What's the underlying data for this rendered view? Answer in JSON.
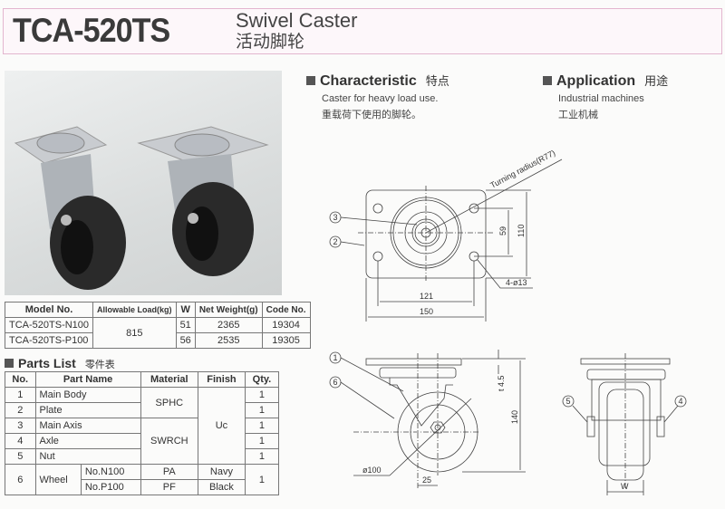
{
  "header": {
    "model": "TCA-520TS",
    "subtitle_en": "Swivel Caster",
    "subtitle_cn": "活动脚轮"
  },
  "characteristic": {
    "title": "Characteristic",
    "title_cn": "特点",
    "line_en": "Caster for heavy load use.",
    "line_cn": "重载荷下使用的脚轮。"
  },
  "application": {
    "title": "Application",
    "title_cn": "用途",
    "line_en": "Industrial machines",
    "line_cn": "工业机械"
  },
  "spec_table": {
    "headers": [
      "Model No.",
      "Allowable Load(kg)",
      "W",
      "Net Weight(g)",
      "Code No."
    ],
    "rows": [
      {
        "model": "TCA-520TS-N100",
        "w": "51",
        "weight": "2365",
        "code": "19304"
      },
      {
        "model": "TCA-520TS-P100",
        "w": "56",
        "weight": "2535",
        "code": "19305"
      }
    ],
    "load": "815"
  },
  "parts": {
    "title": "Parts List",
    "title_cn": "零件表",
    "headers": [
      "No.",
      "Part Name",
      "Material",
      "Finish",
      "Qty."
    ],
    "rows": [
      {
        "no": "1",
        "name": "Main Body",
        "qty": "1"
      },
      {
        "no": "2",
        "name": "Plate",
        "qty": "1"
      },
      {
        "no": "3",
        "name": "Main Axis",
        "qty": "1"
      },
      {
        "no": "4",
        "name": "Axle",
        "qty": "1"
      },
      {
        "no": "5",
        "name": "Nut",
        "qty": "1"
      }
    ],
    "material_a": "SPHC",
    "material_b": "SWRCH",
    "finish": "Uc",
    "wheel": {
      "no": "6",
      "name": "Wheel",
      "qty": "1",
      "variants": [
        {
          "name": "No.N100",
          "material": "PA",
          "finish": "Navy"
        },
        {
          "name": "No.P100",
          "material": "PF",
          "finish": "Black"
        }
      ]
    }
  },
  "drawing": {
    "turning": "Turning radius(R77)",
    "d59": "59",
    "d110": "110",
    "d121": "121",
    "d150": "150",
    "holes": "4-ø13",
    "t": "t 4.5",
    "h140": "140",
    "dia": "ø100",
    "off25": "25",
    "w": "W",
    "callouts": [
      "1",
      "2",
      "3",
      "4",
      "5",
      "6"
    ]
  }
}
